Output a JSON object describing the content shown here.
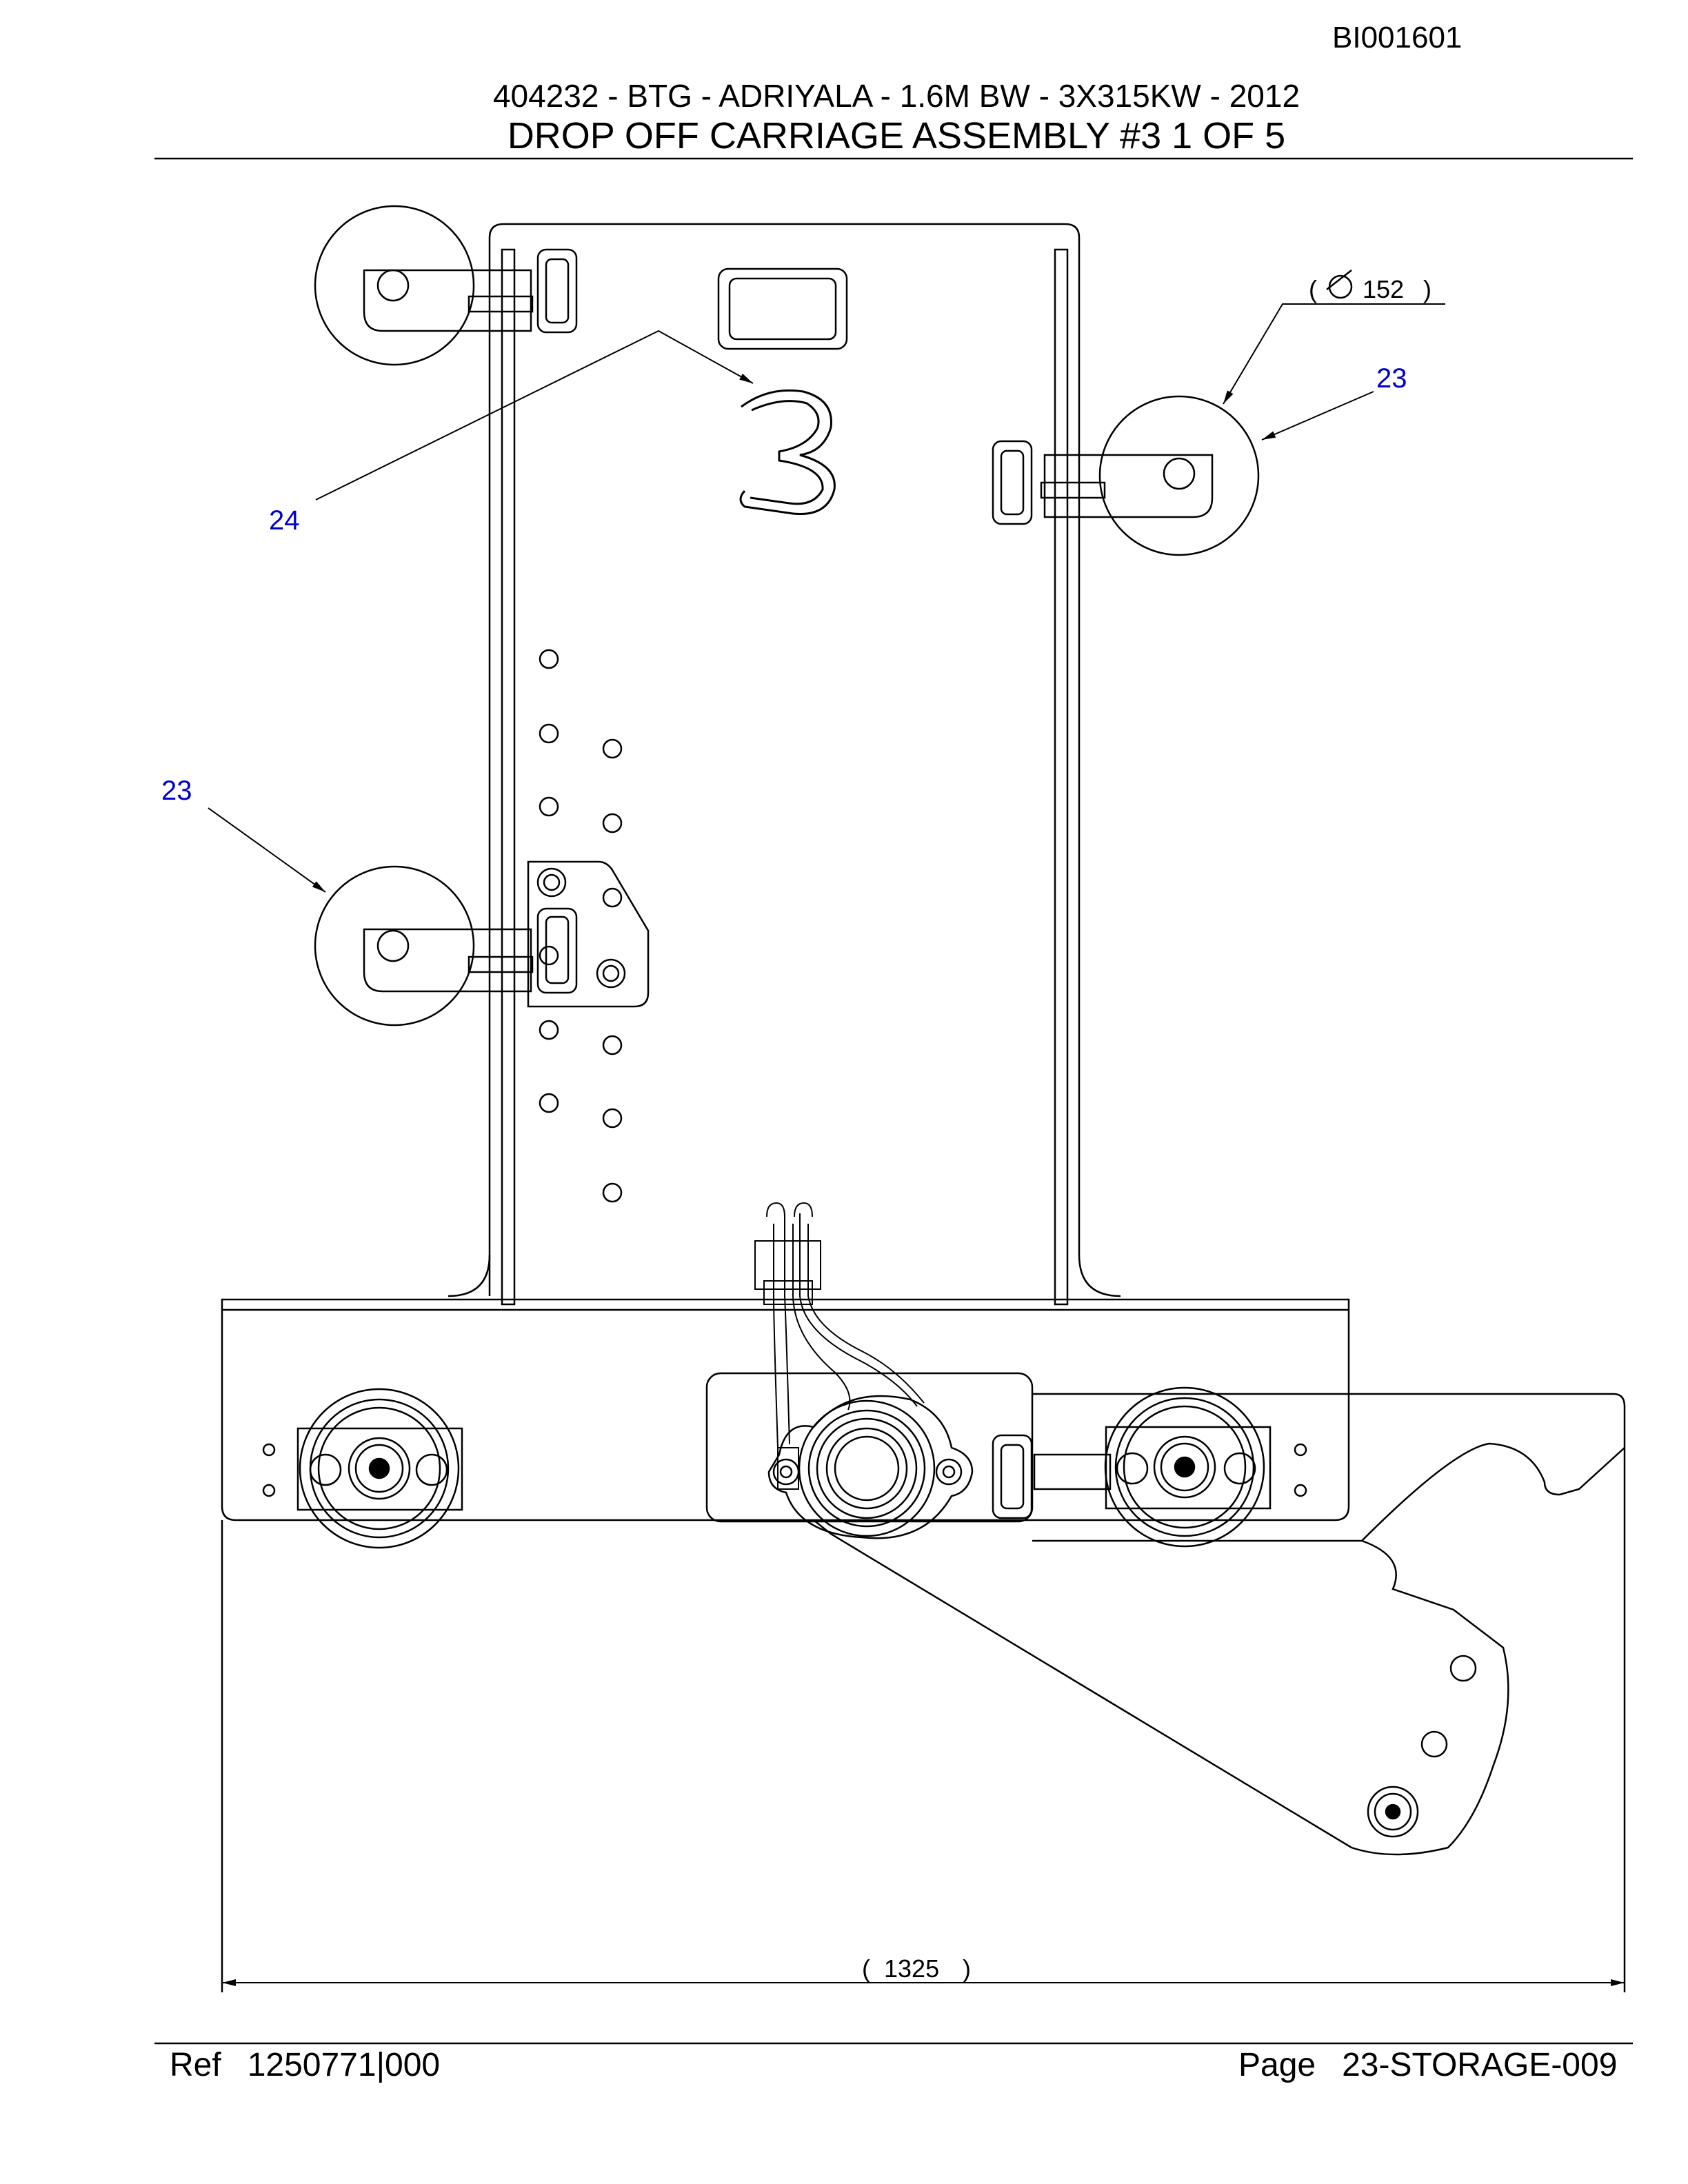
{
  "header": {
    "doc_id": "BI001601",
    "subtitle": "404232 - BTG - ADRIYALA - 1.6M BW - 3X315KW - 2012",
    "title": "DROP OFF CARRIAGE ASSEMBLY  #3  1 OF 5"
  },
  "drawing": {
    "carriage_number": "3",
    "callouts": [
      {
        "label": "24"
      },
      {
        "label": "23"
      },
      {
        "label": "23"
      }
    ],
    "dimensions": {
      "diameter": "152",
      "width": "1325"
    },
    "callout_color": "#0000cc"
  },
  "footer": {
    "ref_label": "Ref",
    "ref_value": "1250771|000",
    "page_label": "Page",
    "page_value": "23-STORAGE-009"
  }
}
